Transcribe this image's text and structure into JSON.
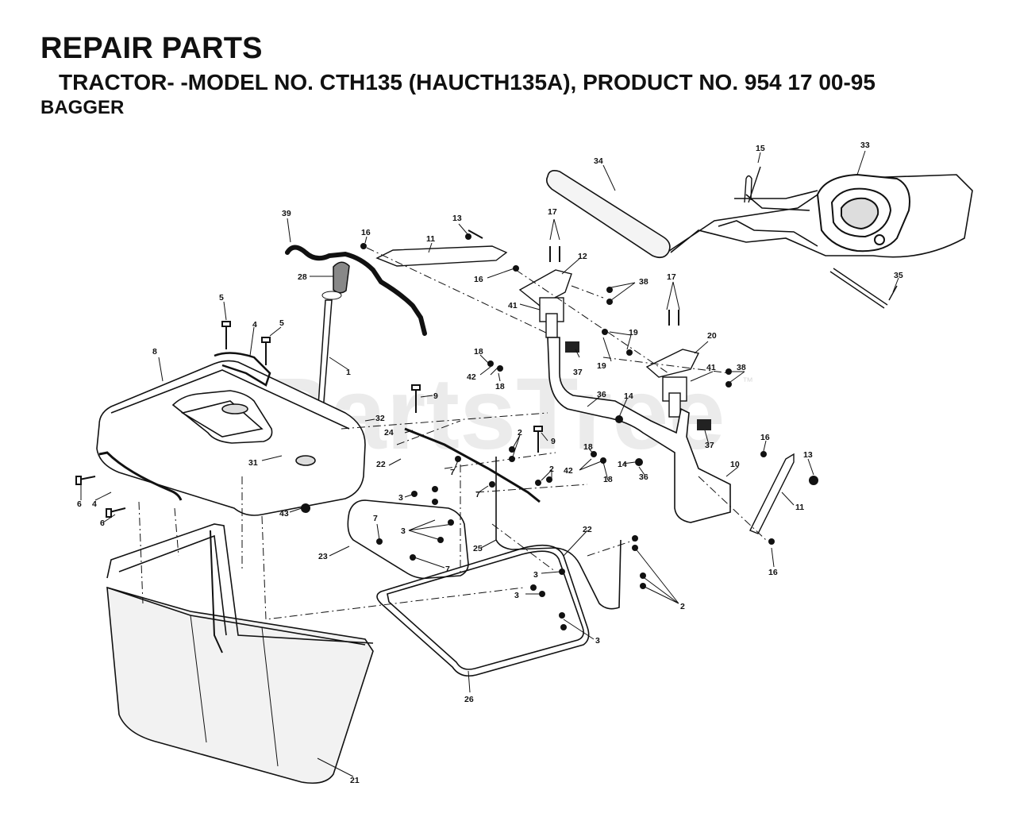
{
  "header": {
    "title": "REPAIR PARTS",
    "subtitle": "TRACTOR- -MODEL NO. CTH135 (HAUCTH135A), PRODUCT NO. 954 17 00-95",
    "section": "BAGGER"
  },
  "watermark": "PartsTree",
  "trademark": "™",
  "callouts": [
    {
      "id": "c39",
      "label": "39"
    },
    {
      "id": "c16a",
      "label": "16"
    },
    {
      "id": "c11a",
      "label": "11"
    },
    {
      "id": "c13a",
      "label": "13"
    },
    {
      "id": "c16b",
      "label": "16"
    },
    {
      "id": "c17a",
      "label": "17"
    },
    {
      "id": "c12",
      "label": "12"
    },
    {
      "id": "c34",
      "label": "34"
    },
    {
      "id": "c15",
      "label": "15"
    },
    {
      "id": "c33",
      "label": "33"
    },
    {
      "id": "c35",
      "label": "35"
    },
    {
      "id": "c28",
      "label": "28"
    },
    {
      "id": "c5a",
      "label": "5"
    },
    {
      "id": "c4a",
      "label": "4"
    },
    {
      "id": "c5b",
      "label": "5"
    },
    {
      "id": "c41a",
      "label": "41"
    },
    {
      "id": "c38a",
      "label": "38"
    },
    {
      "id": "c17b",
      "label": "17"
    },
    {
      "id": "c19a",
      "label": "19"
    },
    {
      "id": "c19b",
      "label": "19"
    },
    {
      "id": "c20",
      "label": "20"
    },
    {
      "id": "c8",
      "label": "8"
    },
    {
      "id": "c1",
      "label": "1"
    },
    {
      "id": "c18a",
      "label": "18"
    },
    {
      "id": "c42a",
      "label": "42"
    },
    {
      "id": "c18b",
      "label": "18"
    },
    {
      "id": "c37a",
      "label": "37"
    },
    {
      "id": "c41b",
      "label": "41"
    },
    {
      "id": "c38b",
      "label": "38"
    },
    {
      "id": "c9a",
      "label": "9"
    },
    {
      "id": "c36a",
      "label": "36"
    },
    {
      "id": "c14a",
      "label": "14"
    },
    {
      "id": "c32",
      "label": "32"
    },
    {
      "id": "c24",
      "label": "24"
    },
    {
      "id": "c9b",
      "label": "9"
    },
    {
      "id": "c2a",
      "label": "2"
    },
    {
      "id": "c37b",
      "label": "37"
    },
    {
      "id": "c31",
      "label": "31"
    },
    {
      "id": "c22a",
      "label": "22"
    },
    {
      "id": "c7a",
      "label": "7"
    },
    {
      "id": "c18c",
      "label": "18"
    },
    {
      "id": "c42b",
      "label": "42"
    },
    {
      "id": "c18d",
      "label": "18"
    },
    {
      "id": "c14b",
      "label": "14"
    },
    {
      "id": "c36b",
      "label": "36"
    },
    {
      "id": "c10",
      "label": "10"
    },
    {
      "id": "c16c",
      "label": "16"
    },
    {
      "id": "c13b",
      "label": "13"
    },
    {
      "id": "c2b",
      "label": "2"
    },
    {
      "id": "c7b",
      "label": "7"
    },
    {
      "id": "c6a",
      "label": "6"
    },
    {
      "id": "c4b",
      "label": "4"
    },
    {
      "id": "c6b",
      "label": "6"
    },
    {
      "id": "c3a",
      "label": "3"
    },
    {
      "id": "c43",
      "label": "43"
    },
    {
      "id": "c11b",
      "label": "11"
    },
    {
      "id": "c3b",
      "label": "3"
    },
    {
      "id": "c7c",
      "label": "7"
    },
    {
      "id": "c25",
      "label": "25"
    },
    {
      "id": "c22b",
      "label": "22"
    },
    {
      "id": "c16d",
      "label": "16"
    },
    {
      "id": "c23",
      "label": "23"
    },
    {
      "id": "c7d",
      "label": "7"
    },
    {
      "id": "c3c",
      "label": "3"
    },
    {
      "id": "c3d",
      "label": "3"
    },
    {
      "id": "c2c",
      "label": "2"
    },
    {
      "id": "c3e",
      "label": "3"
    },
    {
      "id": "c26",
      "label": "26"
    },
    {
      "id": "c21",
      "label": "21"
    }
  ]
}
